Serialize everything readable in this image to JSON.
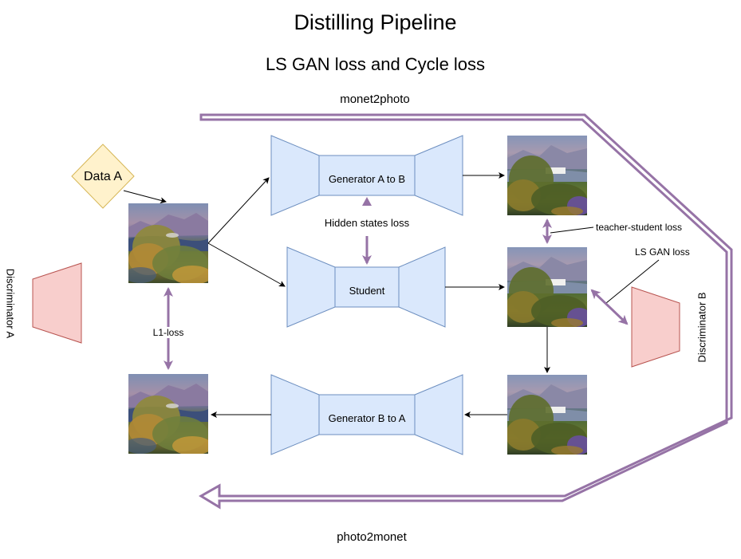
{
  "diagram": {
    "title": "Distilling Pipeline",
    "subtitle": "LS GAN loss and Cycle loss",
    "top_flow_label": "monet2photo",
    "bottom_flow_label": "photo2monet",
    "data_node": "Data A",
    "generator_ab": "Generator A to B",
    "student": "Student",
    "generator_ba": "Generator B to A",
    "hidden_states_loss": "Hidden states loss",
    "teacher_student_loss": "teacher-student loss",
    "ls_gan_loss": "LS GAN loss",
    "l1_loss": "L1-loss",
    "discriminator_a": "Discriminator A",
    "discriminator_b": "Discriminator B"
  },
  "colors": {
    "generator_fill": "#dae8fc",
    "generator_stroke": "#6c8ebf",
    "discriminator_fill": "#f8cecc",
    "discriminator_stroke": "#b85450",
    "data_fill": "#fff2cc",
    "data_stroke": "#d6b656",
    "loss_arrow": "#9673a6",
    "edge": "#000000"
  }
}
